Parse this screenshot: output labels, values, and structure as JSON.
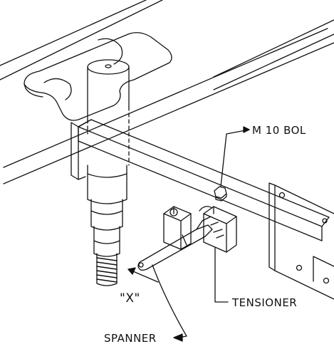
{
  "labels": {
    "bolt": "M 10  BOL",
    "tensioner": "TENSIONER",
    "spanner": "SPANNER",
    "view_x": "\"X\""
  },
  "colors": {
    "ink": "#111111",
    "paper": "#ffffff"
  }
}
